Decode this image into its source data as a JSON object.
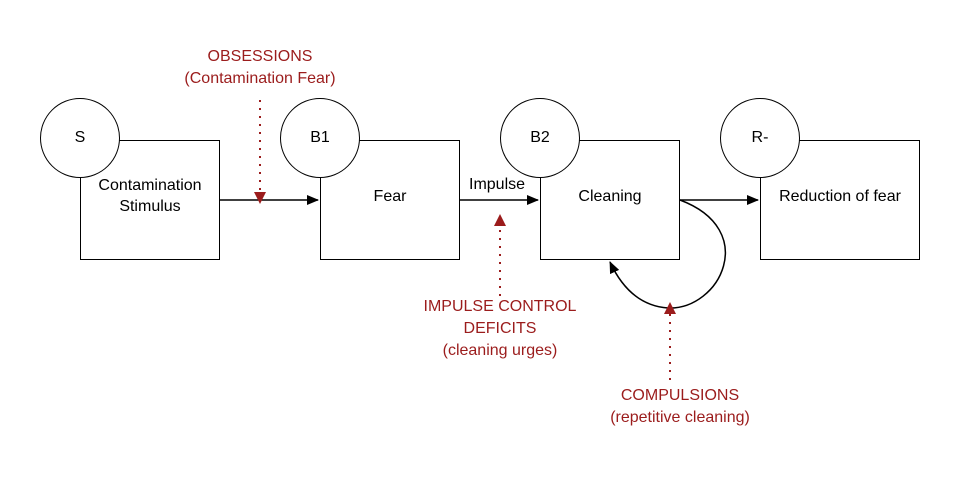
{
  "colors": {
    "line": "#000000",
    "annotation": "#9b1c1c",
    "background": "#ffffff"
  },
  "nodes": {
    "stimulus": {
      "tag": "S",
      "label": "Contamination\nStimulus"
    },
    "fear": {
      "tag": "B1",
      "label": "Fear"
    },
    "cleaning": {
      "tag": "B2",
      "label": "Cleaning"
    },
    "reduction": {
      "tag": "R-",
      "label": "Reduction of fear"
    }
  },
  "edges": {
    "impulse_label": "Impulse"
  },
  "annotations": {
    "obsessions": {
      "title": "OBSESSIONS",
      "detail": "(Contamination Fear)"
    },
    "impulse_control": {
      "title_line1": "IMPULSE CONTROL",
      "title_line2": "DEFICITS",
      "detail": "(cleaning urges)"
    },
    "compulsions": {
      "title": "COMPULSIONS",
      "detail": "(repetitive cleaning)"
    }
  }
}
